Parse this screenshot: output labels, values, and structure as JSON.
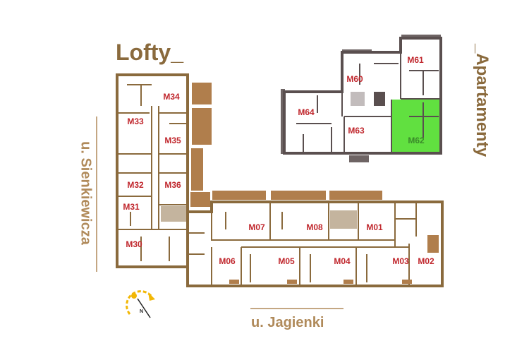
{
  "titles": {
    "lofty": "Lofty_",
    "apartamenty": "_Apartamenty"
  },
  "streets": {
    "west": "u. Sienkiewicza",
    "south": "u. Jagienki"
  },
  "compass": {
    "label": "N",
    "icon": "compass-north-icon"
  },
  "colors": {
    "wall": "#8a6a3d",
    "apartment_wall": "#5a4f4f",
    "label": "#c0272d",
    "selected": "#61e040",
    "balcony": "#b07e4c"
  },
  "units": {
    "M34": "M34",
    "M33": "M33",
    "M35": "M35",
    "M32": "M32",
    "M36": "M36",
    "M31": "M31",
    "M30": "M30",
    "M07": "M07",
    "M08": "M08",
    "M01": "M01",
    "M06": "M06",
    "M05": "M05",
    "M04": "M04",
    "M03": "M03",
    "M02": "M02",
    "M60": "M60",
    "M61": "M61",
    "M62": "M62",
    "M63": "M63",
    "M64": "M64"
  },
  "selected_unit": "M62"
}
